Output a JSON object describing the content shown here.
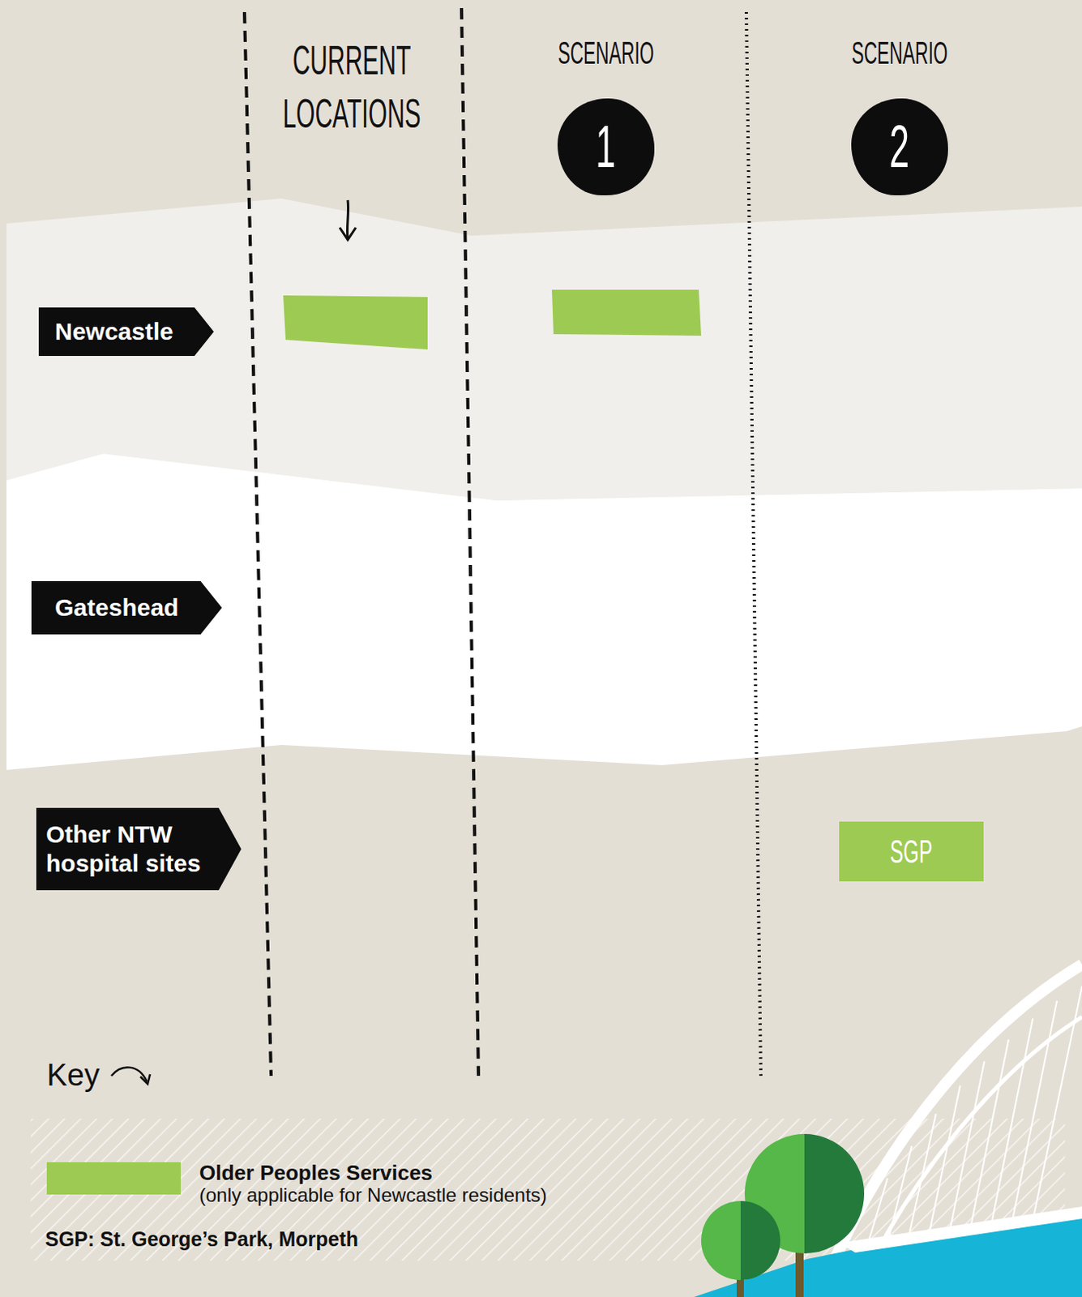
{
  "diagram": {
    "nodes": [
      {
        "text": [
          "1"
        ]
      },
      {
        "text": [
          "2"
        ]
      },
      {
        "text": [
          "Newcastle"
        ]
      },
      {
        "text": [
          "Gateshead"
        ]
      },
      {
        "text": [
          "Other NTW hospital sites"
        ]
      },
      {
        "text": [
          "SGP"
        ]
      }
    ],
    "labels": [
      "CURRENT LOCATIONS",
      "SCENARIO",
      "SCENARIO",
      "Key",
      "(only applicable for Newcastle residents)",
      "SGP: St. George’s Park, Morpeth"
    ],
    "legend": [
      {
        "text": "Older Peoples Services",
        "color": "#9dca53"
      }
    ]
  }
}
